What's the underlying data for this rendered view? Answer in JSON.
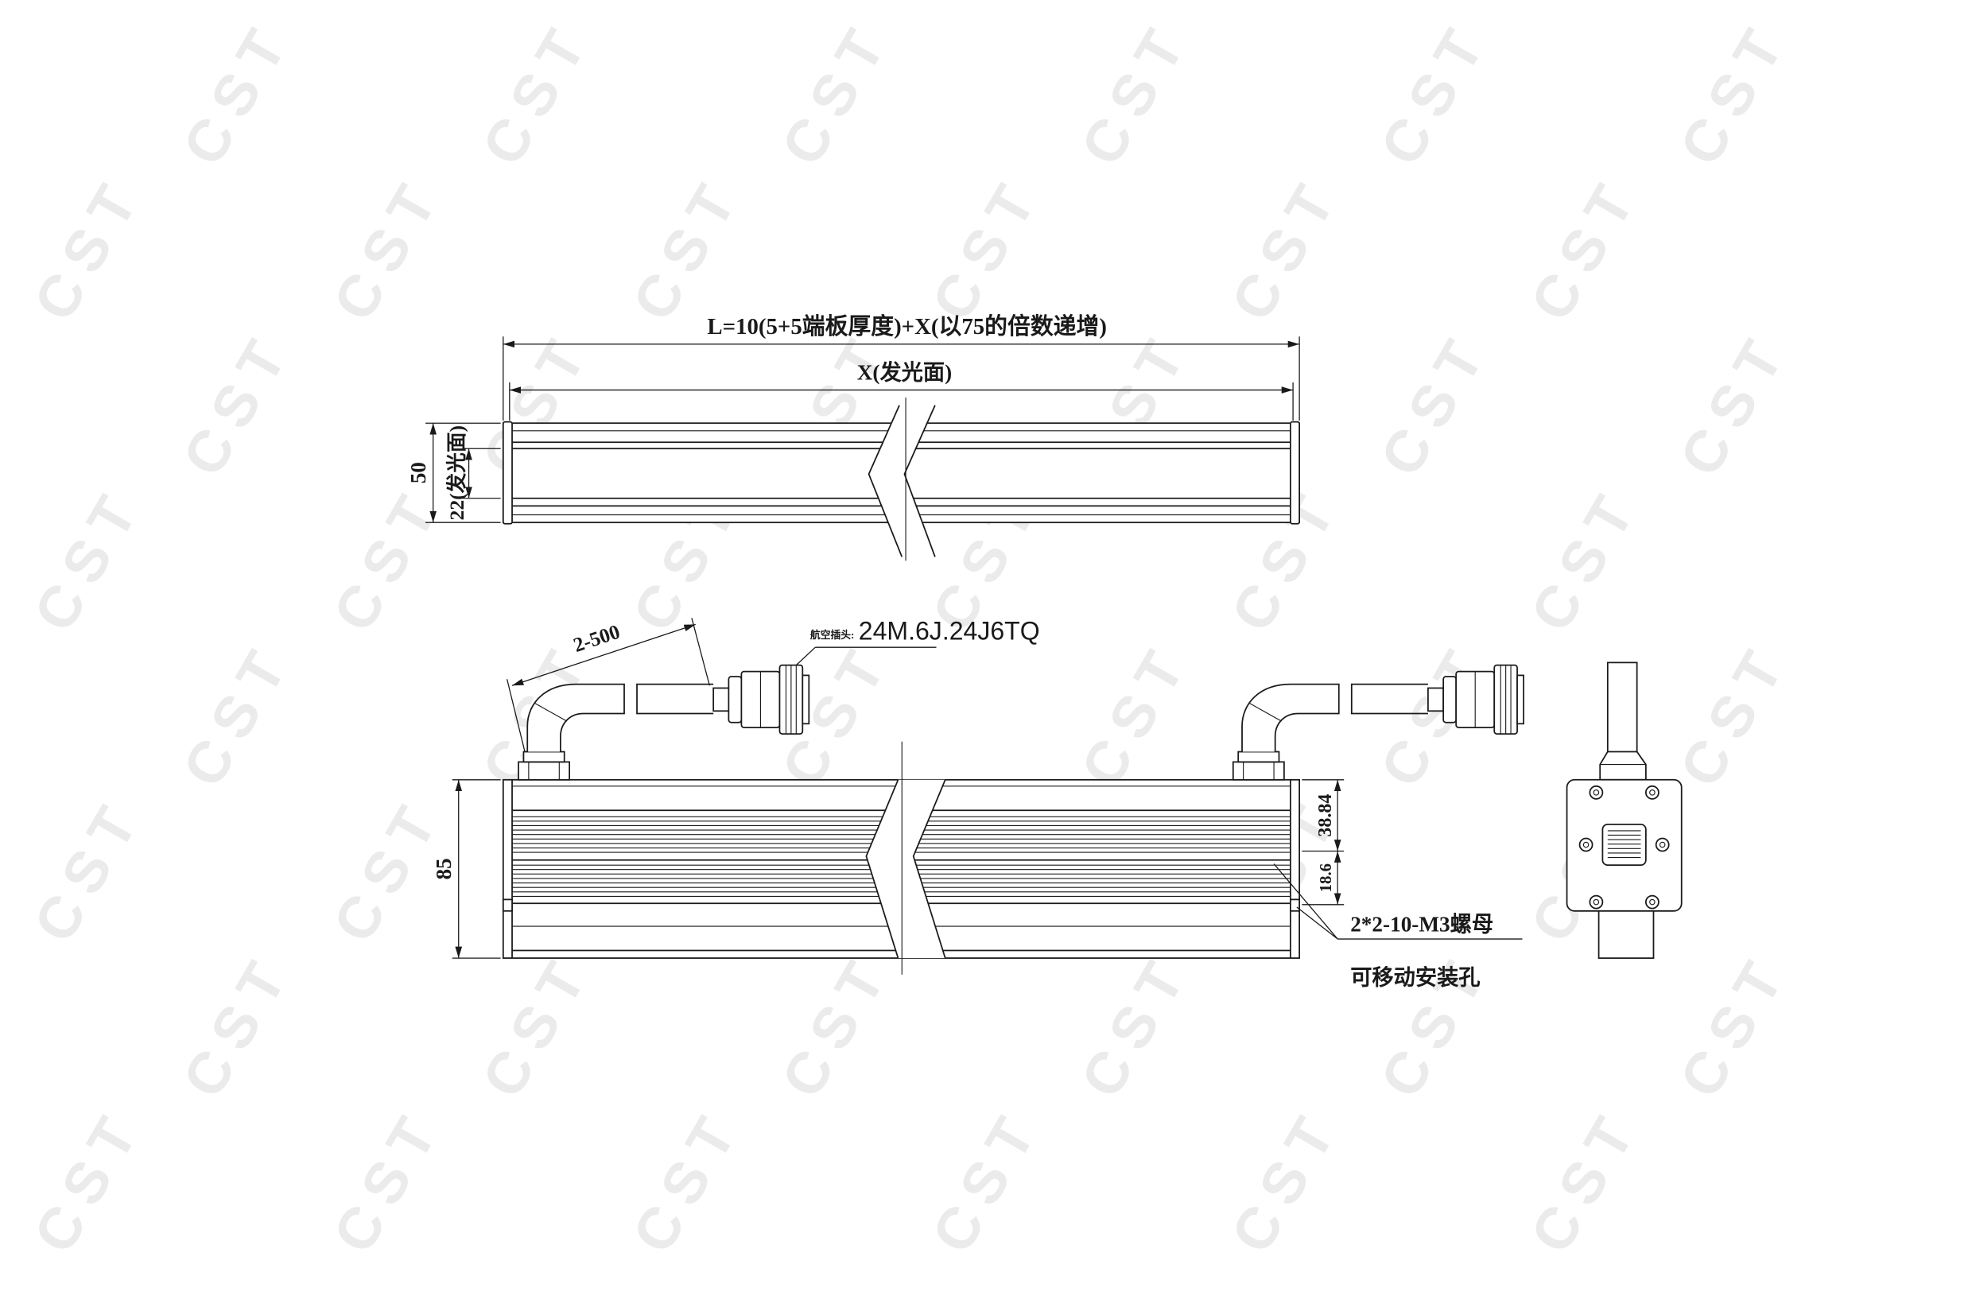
{
  "drawing": {
    "overall_length_label": "L=10(5+5端板厚度)+X(以75的倍数递增)",
    "emitting_length_label": "X(发光面)",
    "top_height_label": "50",
    "emitting_width_label": "22(发光面)",
    "front_height_label": "85",
    "upper_offset_label": "38.84",
    "lower_offset_label": "18.6",
    "cable_length_label": "2-500",
    "connector_prefix": "航空插头:",
    "connector_model": "24M.6J.24J6TQ",
    "nut_label": "2*2-10-M3螺母",
    "mount_hole_label": "可移动安装孔"
  },
  "watermark": "CST",
  "colors": {
    "line": "#1a1a1a",
    "watermark": "#ebebeb",
    "background": "#ffffff"
  }
}
